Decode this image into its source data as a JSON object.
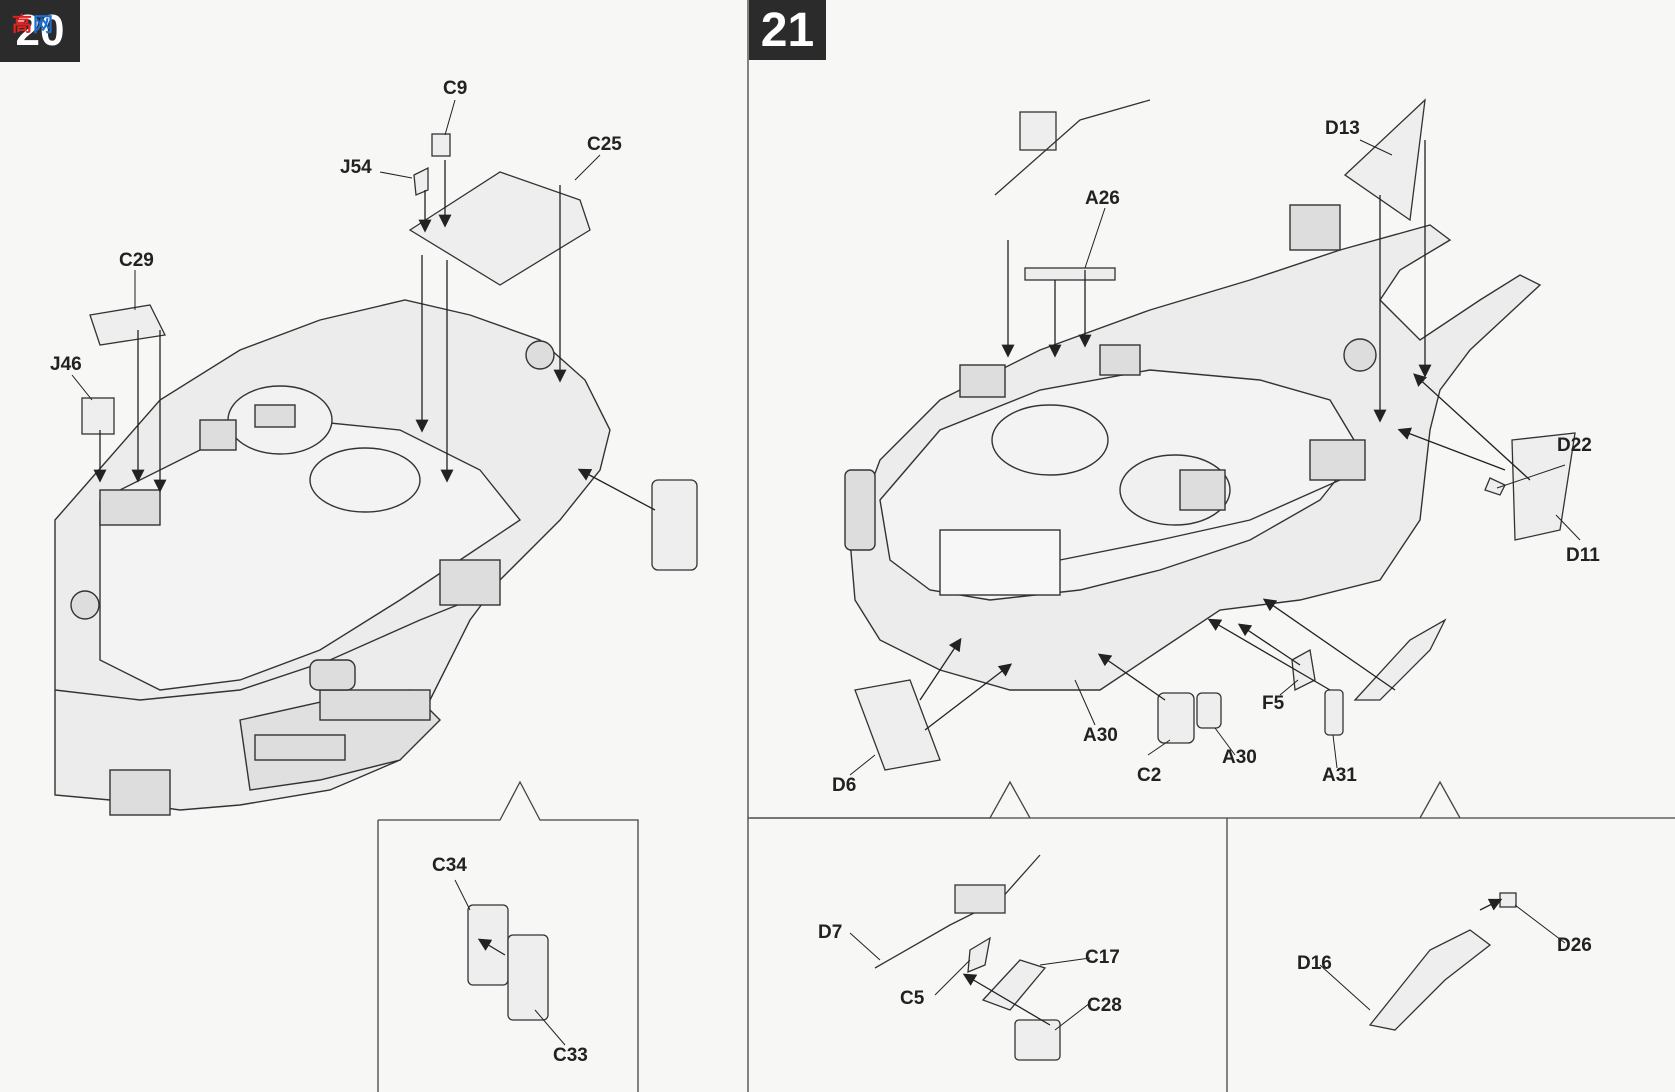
{
  "steps": {
    "left": "20",
    "right": "21"
  },
  "logo": {
    "text_a": "高",
    "text_b": "网"
  },
  "labels": {
    "C9": "C9",
    "J54": "J54",
    "C25": "C25",
    "C29": "C29",
    "J46": "J46",
    "C34": "C34",
    "C33": "C33",
    "A26": "A26",
    "D13": "D13",
    "D22": "D22",
    "D11": "D11",
    "D6": "D6",
    "A30a": "A30",
    "C2": "C2",
    "A30b": "A30",
    "F5": "F5",
    "A31": "A31",
    "D7": "D7",
    "C17": "C17",
    "C5": "C5",
    "C28": "C28",
    "D16": "D16",
    "D26": "D26"
  },
  "colors": {
    "badge": "#2b2b2b",
    "line": "#333333",
    "part_fill": "#e9e9e9"
  }
}
